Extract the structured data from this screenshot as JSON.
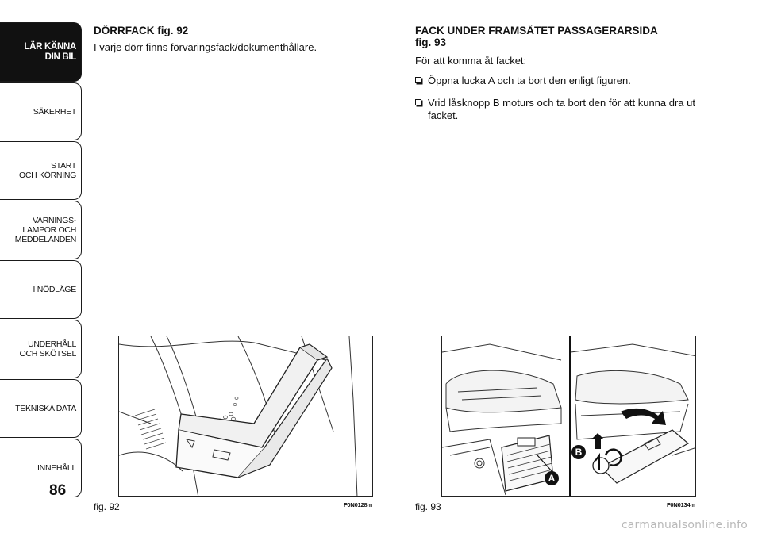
{
  "sidebar": {
    "tabs": [
      {
        "label": "LÄR KÄNNA\nDIN BIL",
        "active": true
      },
      {
        "label": "SÄKERHET",
        "active": false
      },
      {
        "label": "START\nOCH KÖRNING",
        "active": false
      },
      {
        "label": "VARNINGS-\nLAMPOR OCH\nMEDDELANDEN",
        "active": false
      },
      {
        "label": "I NÖDLÄGE",
        "active": false
      },
      {
        "label": "UNDERHÅLL\nOCH SKÖTSEL",
        "active": false
      },
      {
        "label": "TEKNISKA DATA",
        "active": false
      },
      {
        "label": "INNEHÅLL",
        "active": false
      }
    ]
  },
  "page_number": "86",
  "left_column": {
    "heading": "DÖRRFACK fig. 92",
    "text": "I varje dörr finns förvaringsfack/dokumenthållare."
  },
  "right_column": {
    "heading_line1": "FACK UNDER FRAMSÄTET PASSAGERARSIDA",
    "heading_line2": "fig. 93",
    "intro": "För att komma åt facket:",
    "bullets": [
      "Öppna lucka A och ta bort den enligt figuren.",
      "Vrid låsknopp B moturs och ta bort den för att kunna dra ut facket."
    ]
  },
  "figures": [
    {
      "caption": "fig. 92",
      "code": "F0N0128m"
    },
    {
      "caption": "fig. 93",
      "code": "F0N0134m",
      "label_a": "A",
      "label_b": "B"
    }
  ],
  "watermark": "carmanualsonline.info"
}
